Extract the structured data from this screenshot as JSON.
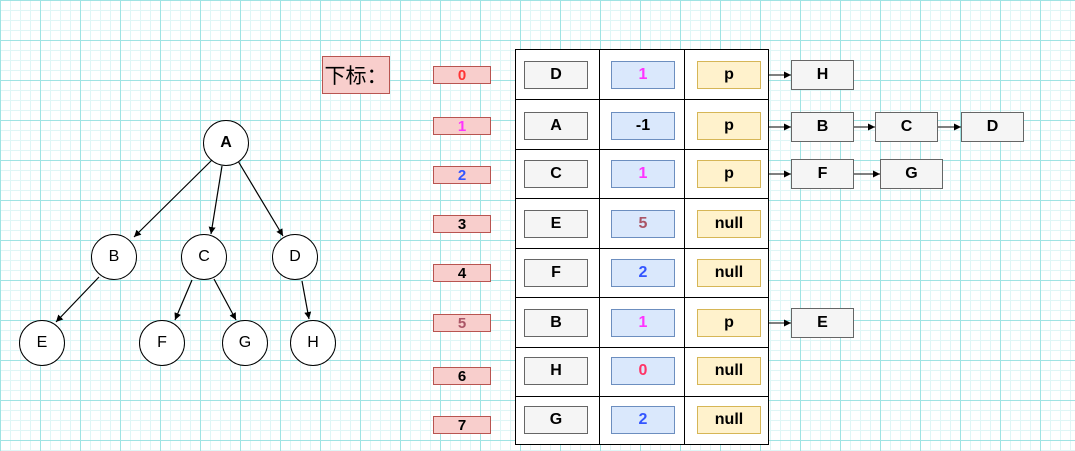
{
  "label": "下标：",
  "tree": {
    "nodes": [
      "A",
      "B",
      "C",
      "D",
      "E",
      "F",
      "G",
      "H"
    ]
  },
  "table": {
    "rows": [
      {
        "index": "0",
        "data": "D",
        "parent": "1",
        "child": "p",
        "list": [
          "H"
        ]
      },
      {
        "index": "1",
        "data": "A",
        "parent": "-1",
        "child": "p",
        "list": [
          "B",
          "C",
          "D"
        ]
      },
      {
        "index": "2",
        "data": "C",
        "parent": "1",
        "child": "p",
        "list": [
          "F",
          "G"
        ]
      },
      {
        "index": "3",
        "data": "E",
        "parent": "5",
        "child": "null",
        "list": []
      },
      {
        "index": "4",
        "data": "F",
        "parent": "2",
        "child": "null",
        "list": []
      },
      {
        "index": "5",
        "data": "B",
        "parent": "1",
        "child": "p",
        "list": [
          "E"
        ]
      },
      {
        "index": "6",
        "data": "H",
        "parent": "0",
        "child": "null",
        "list": []
      },
      {
        "index": "7",
        "data": "G",
        "parent": "2",
        "child": "null",
        "list": []
      }
    ]
  },
  "colors": {
    "index": [
      "#ff3333",
      "#ff33ff",
      "#3355ff",
      "#000000",
      "#000000",
      "#aa5566",
      "#000000",
      "#000000"
    ],
    "parent": [
      "#ff33ff",
      "#000000",
      "#ff33ff",
      "#aa5566",
      "#3355ff",
      "#ff33ff",
      "#ff3366",
      "#3355ff"
    ]
  }
}
